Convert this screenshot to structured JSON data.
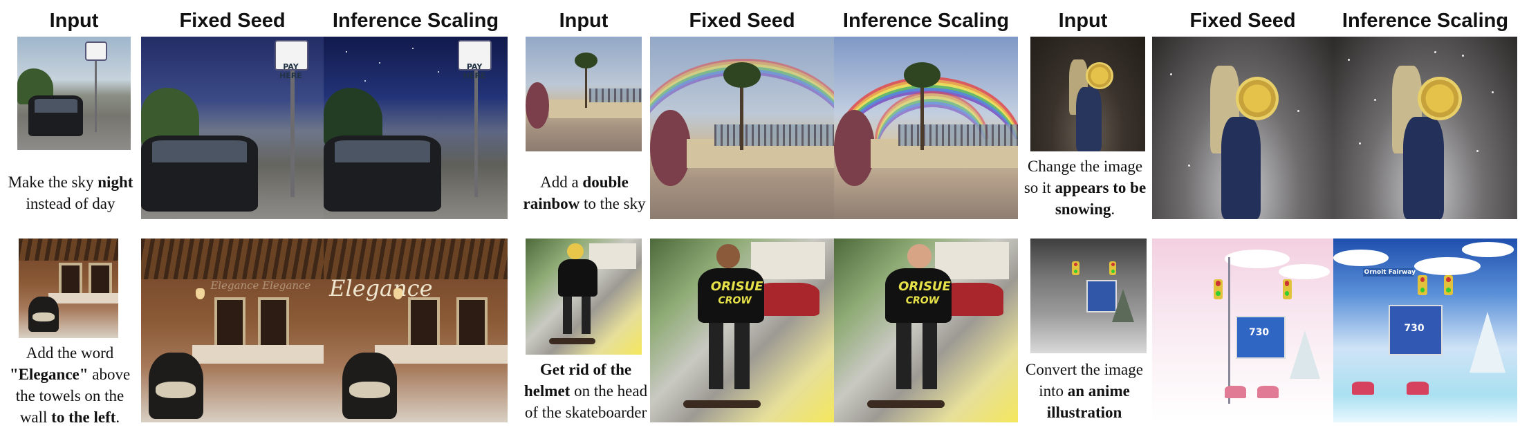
{
  "headers": {
    "input": "Input",
    "fixed_seed": "Fixed Seed",
    "inference_scaling": "Inference Scaling"
  },
  "captions": {
    "r1g1": {
      "pre": "Make the sky ",
      "bold": "night",
      "post": " instead of day"
    },
    "r1g2": {
      "pre": "Add a ",
      "bold": "double rainbow",
      "post": " to the sky"
    },
    "r1g3": {
      "pre": "Change the image so it ",
      "bold": "appears to be snowing",
      "post": "."
    },
    "r2g1": {
      "pre": "Add the word ",
      "bold": "\"Elegance\"",
      "mid": " above the towels on the wall ",
      "bold2": "to the left",
      "post": "."
    },
    "r2g2": {
      "bold": "Get rid of the helmet",
      "post": " on the head of the skateboarder"
    },
    "r2g3": {
      "pre": "Convert the image into ",
      "bold": "an anime illustration"
    }
  },
  "image_text": {
    "sign": "PAY HERE",
    "elegance": "Elegance",
    "elegance_faint": "Elegance Elegance",
    "shirt_line1": "ORISUE",
    "shirt_line2": "CROW",
    "billboard_price": "730",
    "street_sign": "Ornoit Fairway"
  },
  "colors": {
    "caption_text": "#111111",
    "background": "#ffffff"
  }
}
